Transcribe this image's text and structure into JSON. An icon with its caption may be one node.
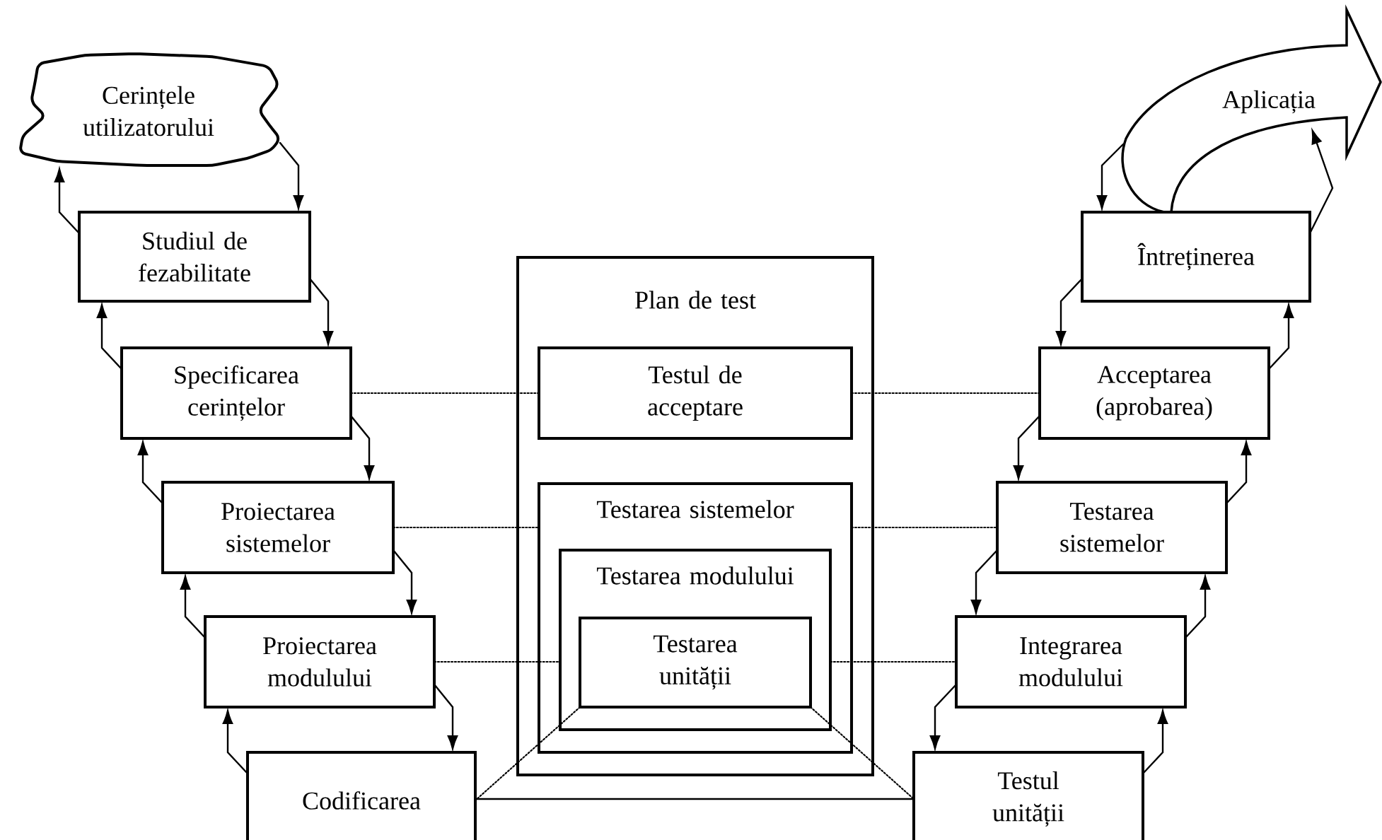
{
  "diagram": {
    "nodes": [
      {
        "text": [
          "Cerințele utilizatorului"
        ]
      },
      {
        "text": [
          "Studiul de fezabilitate"
        ]
      },
      {
        "text": [
          "Specificarea cerințelor"
        ]
      },
      {
        "text": [
          "Proiectarea sistemelor"
        ]
      },
      {
        "text": [
          "Proiectarea modulului"
        ]
      },
      {
        "text": [
          "Codificarea"
        ]
      },
      {
        "text": [
          "Plan de test"
        ]
      },
      {
        "text": [
          "Testul de acceptare"
        ],
        "in": 6
      },
      {
        "text": [
          "Testarea sistemelor"
        ],
        "in": 6
      },
      {
        "text": [
          "Testarea modulului"
        ],
        "in": 8
      },
      {
        "text": [
          "Testarea unității"
        ],
        "in": 9
      },
      {
        "text": [
          "Aplicația"
        ]
      },
      {
        "text": [
          "Întreținerea"
        ]
      },
      {
        "text": [
          "Acceptarea (aprobarea)"
        ]
      },
      {
        "text": [
          "Testarea sistemelor"
        ]
      },
      {
        "text": [
          "Integrarea modulului"
        ]
      },
      {
        "text": [
          "Testul unității"
        ]
      }
    ],
    "edges": [
      {
        "from": 0,
        "to": 1,
        "arrow": "to"
      },
      {
        "from": 1,
        "to": 0,
        "arrow": "to"
      },
      {
        "from": 1,
        "to": 2,
        "arrow": "to"
      },
      {
        "from": 2,
        "to": 1,
        "arrow": "to"
      },
      {
        "from": 2,
        "to": 3,
        "arrow": "to"
      },
      {
        "from": 3,
        "to": 2,
        "arrow": "to"
      },
      {
        "from": 3,
        "to": 4,
        "arrow": "to"
      },
      {
        "from": 4,
        "to": 3,
        "arrow": "to"
      },
      {
        "from": 4,
        "to": 5,
        "arrow": "to"
      },
      {
        "from": 5,
        "to": 4,
        "arrow": "to"
      },
      {
        "from": 11,
        "to": 12,
        "arrow": "to"
      },
      {
        "from": 12,
        "to": 11,
        "arrow": "to"
      },
      {
        "from": 12,
        "to": 13,
        "arrow": "to"
      },
      {
        "from": 13,
        "to": 12,
        "arrow": "to"
      },
      {
        "from": 13,
        "to": 14,
        "arrow": "to"
      },
      {
        "from": 14,
        "to": 13,
        "arrow": "to"
      },
      {
        "from": 14,
        "to": 15,
        "arrow": "to"
      },
      {
        "from": 15,
        "to": 14,
        "arrow": "to"
      },
      {
        "from": 15,
        "to": 16,
        "arrow": "to"
      },
      {
        "from": 16,
        "to": 15,
        "arrow": "to"
      },
      {
        "from": 2,
        "to": 7,
        "arrow": "none",
        "style": "dashed"
      },
      {
        "from": 7,
        "to": 13,
        "arrow": "none",
        "style": "dashed"
      },
      {
        "from": 3,
        "to": 8,
        "arrow": "none",
        "style": "dashed"
      },
      {
        "from": 8,
        "to": 14,
        "arrow": "none",
        "style": "dashed"
      },
      {
        "from": 4,
        "to": 9,
        "arrow": "none",
        "style": "dashed"
      },
      {
        "from": 9,
        "to": 15,
        "arrow": "none",
        "style": "dashed"
      },
      {
        "from": 10,
        "to": 5,
        "arrow": "none",
        "style": "dashed"
      },
      {
        "from": 10,
        "to": 16,
        "arrow": "none",
        "style": "dashed"
      },
      {
        "from": 5,
        "to": 16,
        "arrow": "none"
      }
    ]
  }
}
